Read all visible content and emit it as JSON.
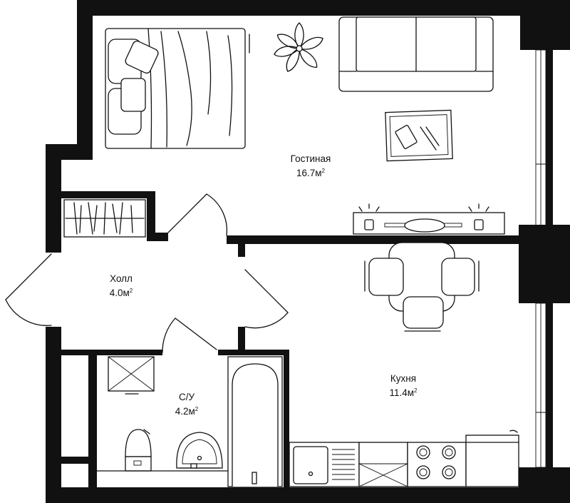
{
  "rooms": [
    {
      "id": "living",
      "name": "Гостиная",
      "area": "16.7м",
      "unit_sup": "2"
    },
    {
      "id": "hall",
      "name": "Холл",
      "area": "4.0м",
      "unit_sup": "2"
    },
    {
      "id": "bathroom",
      "name": "С/У",
      "area": "4.2м",
      "unit_sup": "2"
    },
    {
      "id": "kitchen",
      "name": "Кухня",
      "area": "11.4м",
      "unit_sup": "2"
    }
  ],
  "colors": {
    "wall": "#111111",
    "background": "#ffffff"
  },
  "icons": [
    "bed-icon",
    "plant-icon",
    "sofa-icon",
    "rug-icon",
    "tv-stand-icon",
    "dining-table-icon",
    "wardrobe-icon",
    "shower-icon",
    "toilet-icon",
    "washbasin-icon",
    "bathtub-icon",
    "sink-icon",
    "stove-icon",
    "fridge-icon"
  ]
}
